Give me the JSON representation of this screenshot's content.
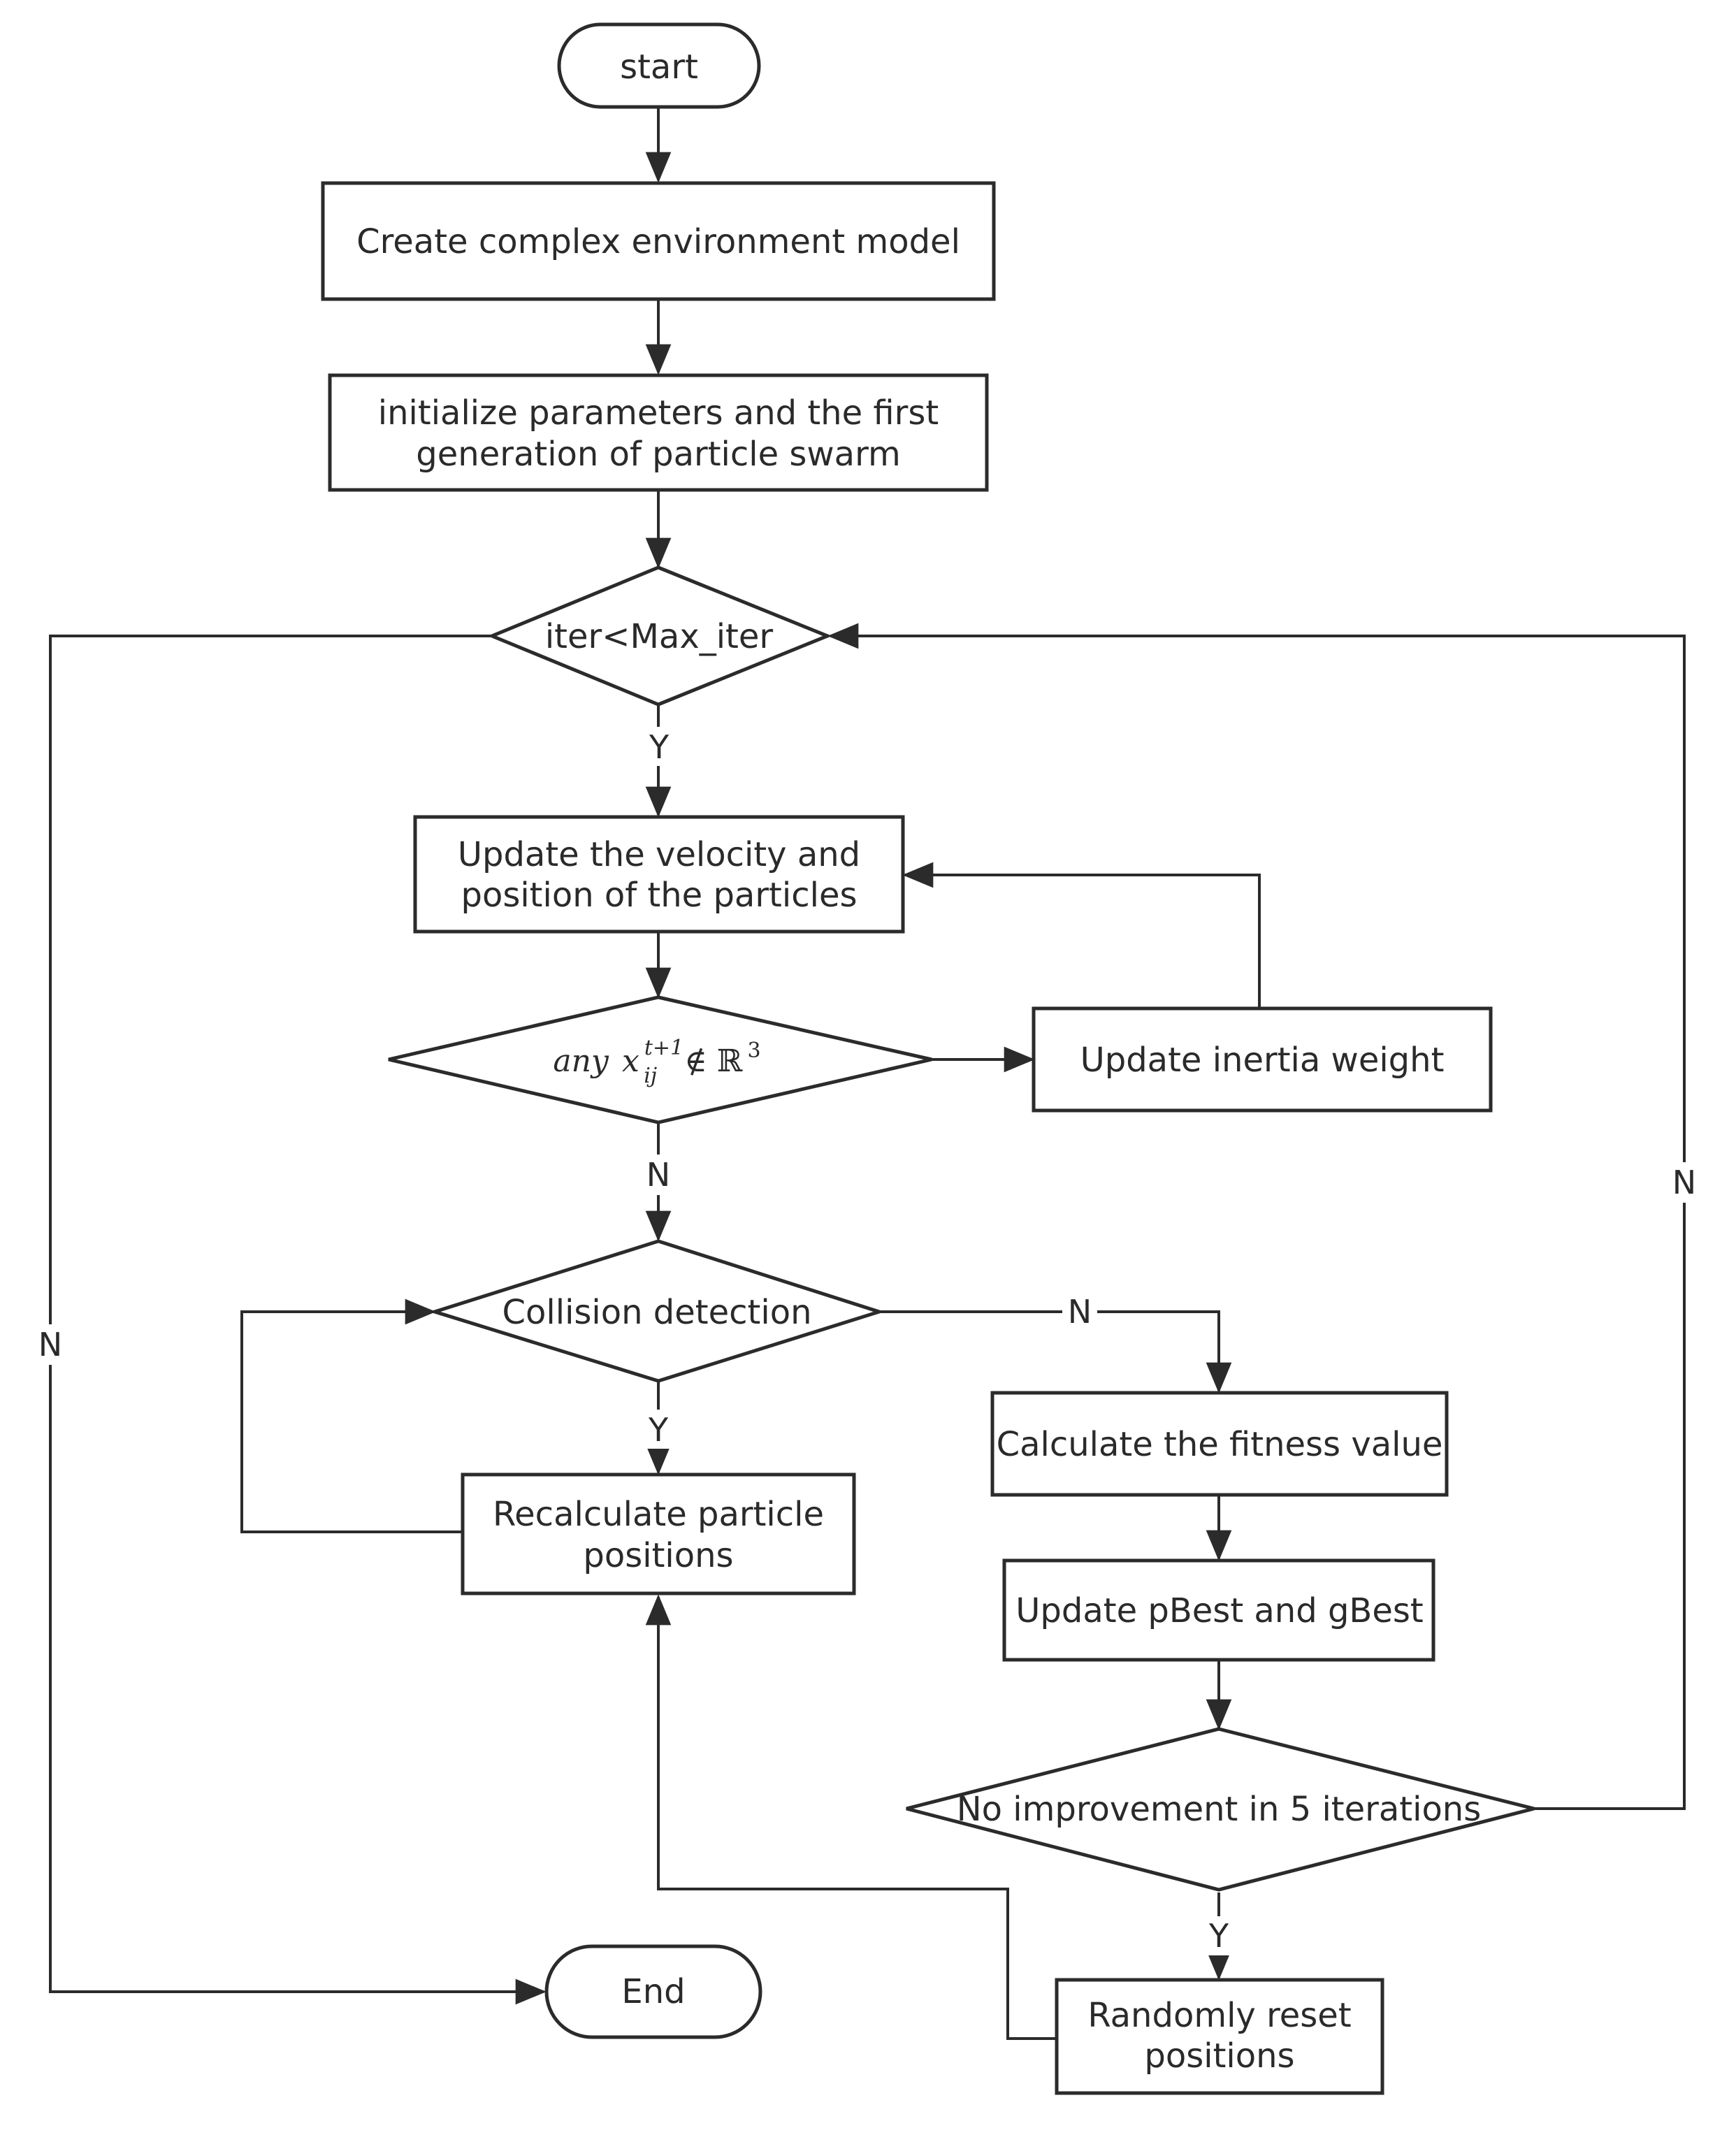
{
  "nodes": {
    "start": "start",
    "create_env": "Create complex environment model",
    "init_line1": "initialize parameters and the first",
    "init_line2": "generation of particle swarm",
    "iter_check": "iter<Max_iter",
    "update_vel_line1": "Update the velocity and",
    "update_vel_line2": "position of the particles",
    "bounds_check": {
      "prefix": "any",
      "var": "x",
      "superscript": "t+1",
      "subscript": "ij",
      "relation": "∉ ℝ",
      "exponent": "3"
    },
    "update_inertia": "Update inertia weight",
    "collision": "Collision detection",
    "recalc_line1": "Recalculate particle",
    "recalc_line2": "positions",
    "fitness": "Calculate the fitness value",
    "update_best": "Update pBest and gBest",
    "no_improve": "No improvement in 5 iterations",
    "reset_line1": "Randomly reset",
    "reset_line2": "positions",
    "end": "End"
  },
  "edge_labels": {
    "iter_yes": "Y",
    "iter_no": "N",
    "bounds_no": "N",
    "collision_yes": "Y",
    "collision_no": "N",
    "improve_yes": "Y",
    "improve_no": "N"
  }
}
